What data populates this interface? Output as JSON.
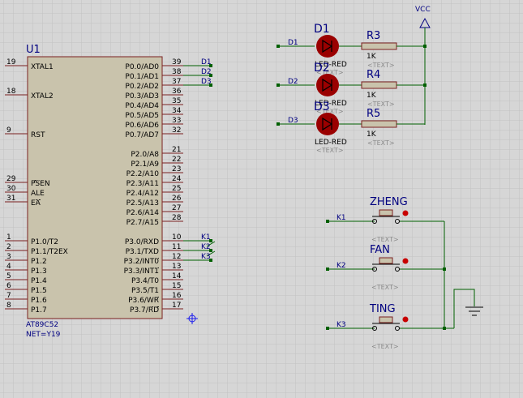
{
  "chip": {
    "ref": "U1",
    "part": "AT89C52",
    "net": "NET=Y19",
    "left_pins": [
      {
        "num": "19",
        "name": "XTAL1"
      },
      {
        "num": "18",
        "name": "XTAL2"
      },
      {
        "num": "9",
        "name": "RST"
      },
      {
        "num": "29",
        "name": "PSEN"
      },
      {
        "num": "30",
        "name": "ALE"
      },
      {
        "num": "31",
        "name": "EA"
      },
      {
        "num": "1",
        "name": "P1.0/T2"
      },
      {
        "num": "2",
        "name": "P1.1/T2EX"
      },
      {
        "num": "3",
        "name": "P1.2"
      },
      {
        "num": "4",
        "name": "P1.3"
      },
      {
        "num": "5",
        "name": "P1.4"
      },
      {
        "num": "6",
        "name": "P1.5"
      },
      {
        "num": "7",
        "name": "P1.6"
      },
      {
        "num": "8",
        "name": "P1.7"
      }
    ],
    "right_pins": [
      {
        "num": "39",
        "name": "P0.0/AD0"
      },
      {
        "num": "38",
        "name": "P0.1/AD1"
      },
      {
        "num": "37",
        "name": "P0.2/AD2"
      },
      {
        "num": "36",
        "name": "P0.3/AD3"
      },
      {
        "num": "35",
        "name": "P0.4/AD4"
      },
      {
        "num": "34",
        "name": "P0.5/AD5"
      },
      {
        "num": "33",
        "name": "P0.6/AD6"
      },
      {
        "num": "32",
        "name": "P0.7/AD7"
      },
      {
        "num": "21",
        "name": "P2.0/A8"
      },
      {
        "num": "22",
        "name": "P2.1/A9"
      },
      {
        "num": "23",
        "name": "P2.2/A10"
      },
      {
        "num": "24",
        "name": "P2.3/A11"
      },
      {
        "num": "25",
        "name": "P2.4/A12"
      },
      {
        "num": "26",
        "name": "P2.5/A13"
      },
      {
        "num": "27",
        "name": "P2.6/A14"
      },
      {
        "num": "28",
        "name": "P2.7/A15"
      },
      {
        "num": "10",
        "name": "P3.0/RXD"
      },
      {
        "num": "11",
        "name": "P3.1/TXD"
      },
      {
        "num": "12",
        "name": "P3.2/INT0"
      },
      {
        "num": "13",
        "name": "P3.3/INT1"
      },
      {
        "num": "14",
        "name": "P3.4/T0"
      },
      {
        "num": "15",
        "name": "P3.5/T1"
      },
      {
        "num": "16",
        "name": "P3.6/WR"
      },
      {
        "num": "17",
        "name": "P3.7/RD"
      }
    ]
  },
  "chip_net_labels": [
    "D1",
    "D2",
    "D3",
    "K1",
    "K2",
    "K3"
  ],
  "leds": [
    {
      "ref": "D1",
      "net": "D1",
      "value": "LED-RED",
      "text": "<TEXT>"
    },
    {
      "ref": "D2",
      "net": "D2",
      "value": "LED-RED",
      "text": "<TEXT>"
    },
    {
      "ref": "D3",
      "net": "D3",
      "value": "LED-RED",
      "text": "<TEXT>"
    }
  ],
  "resistors": [
    {
      "ref": "R3",
      "value": "1K",
      "text": "<TEXT>"
    },
    {
      "ref": "R4",
      "value": "1K",
      "text": "<TEXT>"
    },
    {
      "ref": "R5",
      "value": "1K",
      "text": "<TEXT>"
    }
  ],
  "power": {
    "label": "VCC"
  },
  "buttons": [
    {
      "ref": "ZHENG",
      "net": "K1",
      "text": "<TEXT>"
    },
    {
      "ref": "FAN",
      "net": "K2",
      "text": "<TEXT>"
    },
    {
      "ref": "TING",
      "net": "K3",
      "text": "<TEXT>"
    }
  ],
  "colors": {
    "background": "#d6d6d6",
    "grid": "#c2c2c2",
    "chip_fill": "#c9c3ac",
    "chip_border": "#7a2020",
    "wire": "#006000",
    "label": "#000080",
    "pin_text": "#000000",
    "led": "#9a0000",
    "led_glow": "#c80000",
    "hint_text": "#8a8a8a",
    "cursor": "#1a1aee"
  }
}
